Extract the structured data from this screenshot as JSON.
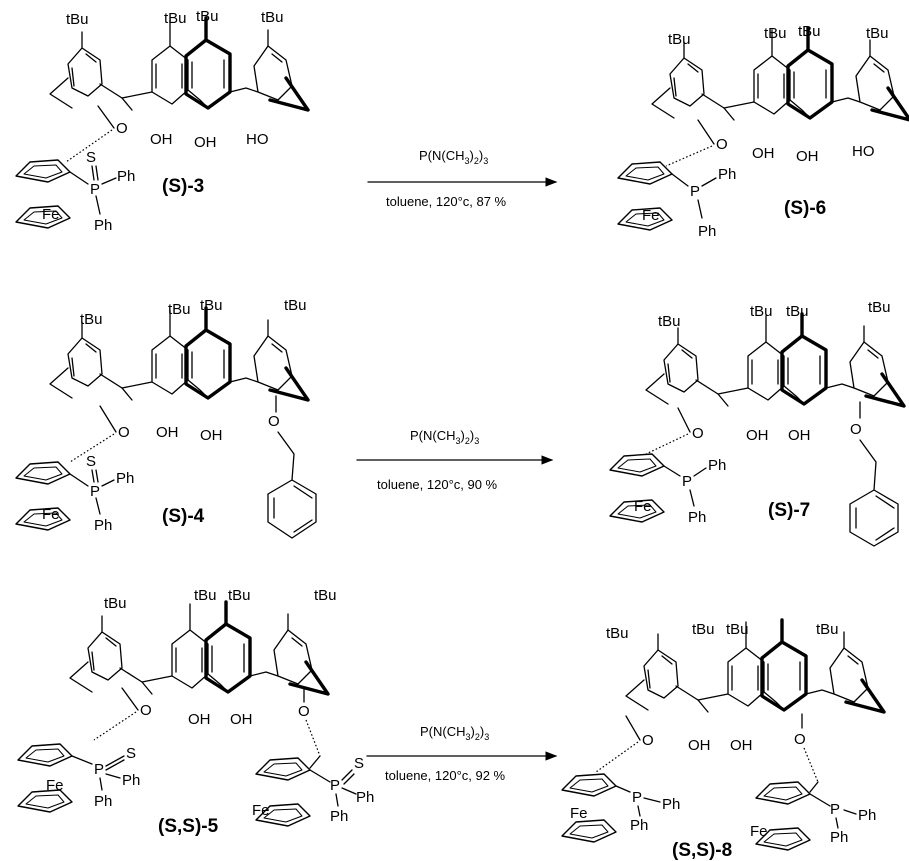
{
  "scheme": {
    "labels": {
      "tbu": "tBu",
      "oh": "OH",
      "ho": "HO",
      "o": "O",
      "s": "S",
      "p": "P",
      "ph": "Ph",
      "fe": "Fe"
    },
    "reactions": [
      {
        "reagent": "P(N(CH3)2)3",
        "reagent_main": "P(N(CH",
        "reagent_sub1": "3",
        "reagent_mid": ")",
        "reagent_sub2": "2",
        "reagent_end": ")",
        "reagent_sub3": "3",
        "conditions": "toluene, 120°c, 87 %",
        "reactant": "(S)-3",
        "product": "(S)-6"
      },
      {
        "reagent": "P(N(CH3)2)3",
        "reagent_main": "P(N(CH",
        "reagent_sub1": "3",
        "reagent_mid": ")",
        "reagent_sub2": "2",
        "reagent_end": ")",
        "reagent_sub3": "3",
        "conditions": "toluene, 120°c, 90 %",
        "reactant": "(S)-4",
        "product": "(S)-7"
      },
      {
        "reagent": "P(N(CH3)2)3",
        "reagent_main": "P(N(CH",
        "reagent_sub1": "3",
        "reagent_mid": ")",
        "reagent_sub2": "2",
        "reagent_end": ")",
        "reagent_sub3": "3",
        "conditions": "toluene, 120°c, 92 %",
        "reactant": "(S,S)-5",
        "product": "(S,S)-8"
      }
    ]
  }
}
